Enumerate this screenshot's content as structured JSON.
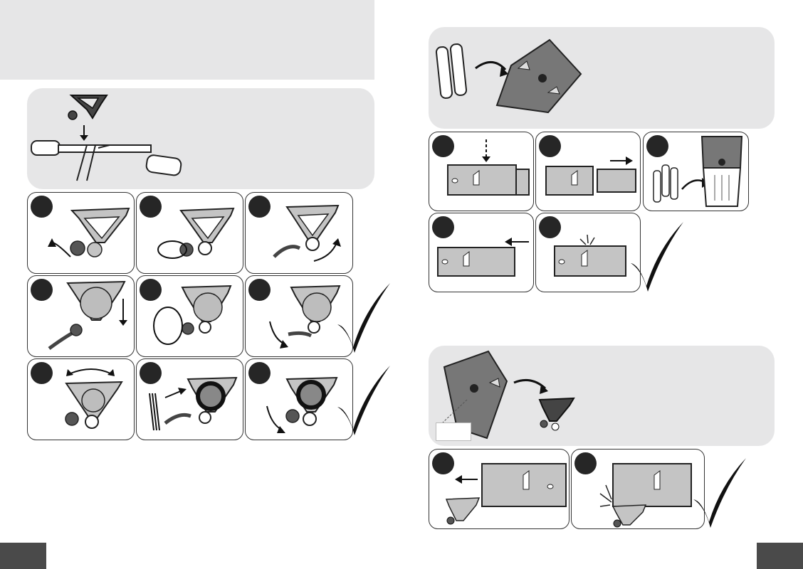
{
  "colors": {
    "panel_bg": "#e6e6e7",
    "device_dark": "#555555",
    "device_light": "#c4c4c4",
    "bullet": "#262626",
    "footer_tab": "#4a4a4a"
  },
  "left_page": {
    "mount_steps_row1": [
      "step-1",
      "step-2",
      "step-3"
    ],
    "mount_steps_row2": [
      "step-1",
      "step-2",
      "step-3"
    ],
    "mount_steps_row3": [
      "step-1",
      "step-2",
      "step-3"
    ]
  },
  "right_page": {
    "battery_steps_row1": [
      "step-1",
      "step-2",
      "step-3"
    ],
    "battery_steps_row2": [
      "step-4",
      "step-5"
    ],
    "remove_steps": [
      "step-1",
      "step-2"
    ]
  }
}
